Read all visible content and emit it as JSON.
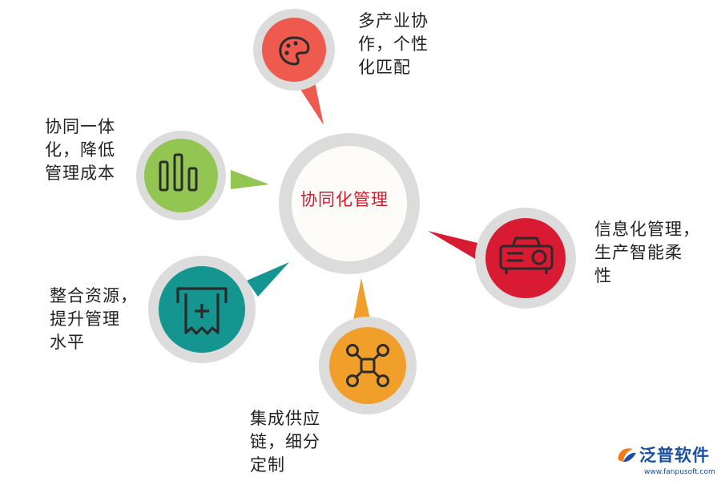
{
  "center": {
    "label": "协同化管理"
  },
  "nodes": [
    {
      "id": "palette",
      "icon": "palette-icon",
      "color": "#ef5a4e",
      "lines": [
        "多产业协",
        "作，个性",
        "化匹配"
      ]
    },
    {
      "id": "bars",
      "icon": "bar-chart-icon",
      "color": "#93c553",
      "lines": [
        "协同一体",
        "化，降低",
        "管理成本"
      ]
    },
    {
      "id": "receipt",
      "icon": "receipt-icon",
      "color": "#14958f",
      "lines": [
        "整合资源，",
        "提升管理",
        "水平"
      ]
    },
    {
      "id": "drone",
      "icon": "drone-icon",
      "color": "#f0a02a",
      "lines": [
        "集成供应",
        "链，细分",
        "定制"
      ]
    },
    {
      "id": "projector",
      "icon": "projector-icon",
      "color": "#d81a33",
      "lines": [
        "信息化管理，",
        "生产智能柔",
        "性"
      ]
    }
  ],
  "brand": {
    "name": "泛普软件",
    "url": "www.fanpusoft.com"
  }
}
